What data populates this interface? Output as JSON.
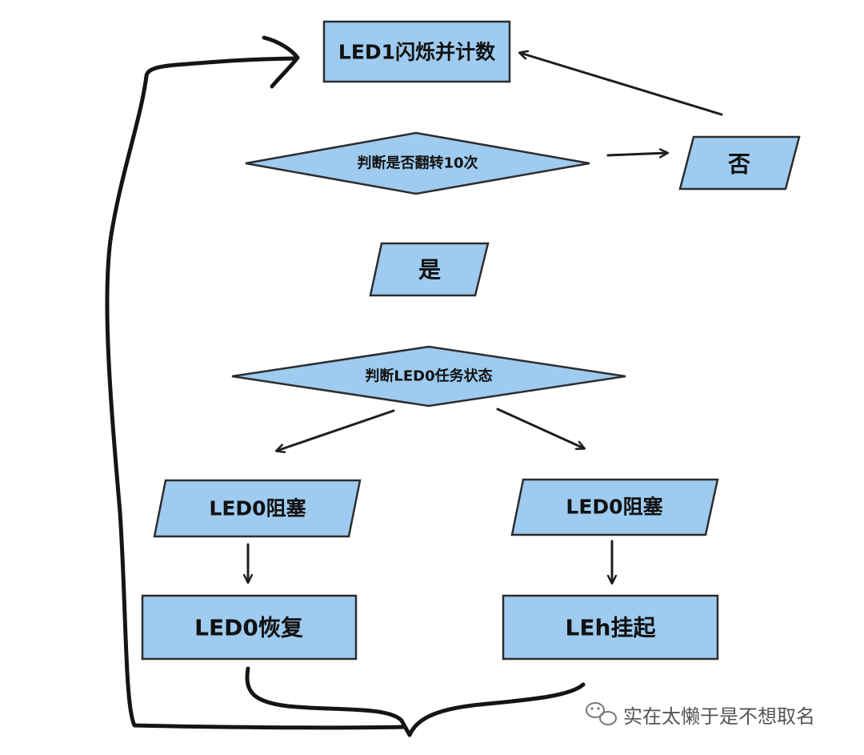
{
  "nodes": {
    "blink_count": "LED1闪烁并计数",
    "check_toggle": "判断是否翻转10次",
    "no": "否",
    "yes": "是",
    "check_task_state": "判断LED0任务状态",
    "led0_blocked_left": "LED0阻塞",
    "led0_blocked_right": "LED0阻塞",
    "led0_resume": "LED0恢复",
    "led0_suspend": "LEh挂起"
  },
  "watermark": {
    "icon": "wechat-icon",
    "text": "实在太懒于是不想取名"
  },
  "colors": {
    "node_fill": "#9ecbef",
    "node_stroke": "#2d2d2d",
    "line": "#1e1e1e"
  }
}
